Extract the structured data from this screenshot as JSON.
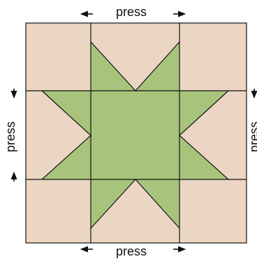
{
  "labels": {
    "top": "press",
    "bottom": "press",
    "left": "press",
    "right": "press"
  },
  "colors": {
    "background": "#ebd6c4",
    "star": "#a8c47c",
    "outline": "#111111",
    "arrow": "#111111"
  }
}
